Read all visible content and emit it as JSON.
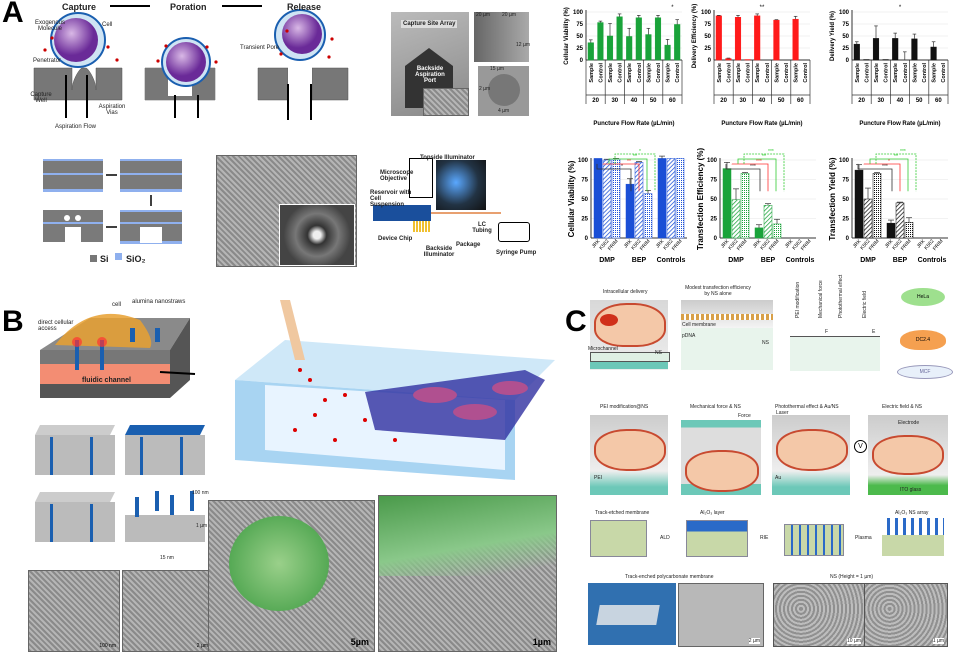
{
  "panel_a": {
    "label": "A",
    "stages": [
      "Capture",
      "Poration",
      "Release"
    ],
    "callouts": {
      "exogenous": "Exogenous Molecule",
      "cell": "Cell",
      "penetrator": "Penetrator",
      "capture_well": "Capture Well",
      "aspiration_vias": "Aspiration Vias",
      "aspiration_flow": "Aspiration Flow",
      "transient_pore": "Transient Pore"
    },
    "sem": {
      "capture_site_array": "Capture Site Array",
      "backside_port": "Backside Aspiration Port",
      "dim_20a": "20 µm",
      "dim_20b": "20 µm",
      "dim_15": "15 µm",
      "dim_2": "2 µm",
      "dim_4": "4 µm",
      "dim_12": "12 µm"
    },
    "legend": {
      "si": "Si",
      "sio2": "SiO₂"
    },
    "setup": {
      "topside": "Topside Illuminator",
      "objective": "Microscope Objective",
      "reservoir": "Reservoir with Cell Suspension",
      "device_chip": "Device Chip",
      "backside": "Backside Illuminator",
      "package": "Package",
      "tubing": "LC Tubing",
      "pump": "Syringe Pump"
    }
  },
  "panel_b": {
    "label": "B",
    "callouts": {
      "cell": "cell",
      "nanostraws": "alumina nanostraws",
      "access": "direct cellular access",
      "channel": "fluidic channel",
      "d100": "100 nm",
      "h1": "1 µm",
      "d15": "15 nm"
    },
    "scalebars": {
      "s1": "100 nm",
      "s2": "2 µm",
      "s3": "5µm",
      "s4": "1µm"
    }
  },
  "panel_c": {
    "label": "C",
    "top_titles": [
      "Intracellular delivery",
      "Modest transfection efficiency by NS alone"
    ],
    "top_callouts": {
      "microchannel": "Microchannel",
      "ns": "NS",
      "cell_membrane": "Cell membrane",
      "pdna": "pDNA",
      "ns2": "NS"
    },
    "mods": [
      "PEI modification",
      "Mechanical force",
      "Photothermal effect",
      "Electric field"
    ],
    "mod_marks": {
      "f": "F",
      "e": "E"
    },
    "cells": [
      "HeLa",
      "DC2.4",
      "MCF"
    ],
    "mid_titles": [
      "PEI modification@NS",
      "Mechanical force & NS",
      "Photothermal effect & Au/NS",
      "Electric field & NS"
    ],
    "mid_callouts": {
      "pei": "PEI",
      "force": "Force",
      "laser": "Laser",
      "au": "Au",
      "electrode": "Electrode",
      "ito": "ITO glass",
      "v": "V"
    },
    "fab_titles": [
      "Track-etched membrane",
      "Al₂O₃ layer",
      "",
      "Al₂O₃ NS array"
    ],
    "fab_steps": [
      "ALD",
      "RIE",
      "Plasma"
    ],
    "bottom_titles": [
      "Track-enched polycarbonate membrane",
      "NS (Height = 1 µm)"
    ],
    "scalebars": [
      "2 µm",
      "10 µm",
      "1 µm"
    ]
  },
  "chart_data": [
    {
      "type": "bar",
      "ylabel": "Cellular Viability (%)",
      "xlabel": "Puncture Flow Rate (µL/min)",
      "groups": [
        "20",
        "30",
        "40",
        "50",
        "60"
      ],
      "categories": [
        "Sample",
        "Control"
      ],
      "color": "#1aa33a",
      "ylim": [
        0,
        100
      ],
      "yticks": [
        0,
        25,
        50,
        75,
        100
      ],
      "values": [
        [
          36,
          78
        ],
        [
          50,
          90
        ],
        [
          49,
          88
        ],
        [
          53,
          88
        ],
        [
          31,
          74
        ]
      ],
      "errors": [
        [
          6,
          3
        ],
        [
          26,
          6
        ],
        [
          17,
          5
        ],
        [
          13,
          5
        ],
        [
          12,
          10
        ]
      ],
      "annotations": [
        "*"
      ]
    },
    {
      "type": "bar",
      "ylabel": "Delivery Efficiency (%)",
      "xlabel": "Puncture Flow Rate (µL/min)",
      "groups": [
        "20",
        "30",
        "40",
        "50",
        "60"
      ],
      "categories": [
        "Sample",
        "Control"
      ],
      "color": "#ff1a1a",
      "ylim": [
        0,
        100
      ],
      "yticks": [
        0,
        25,
        50,
        75,
        100
      ],
      "values": [
        [
          92,
          3
        ],
        [
          89,
          1
        ],
        [
          92,
          0
        ],
        [
          83,
          0
        ],
        [
          85,
          0
        ]
      ],
      "errors": [
        [
          1,
          1
        ],
        [
          4,
          0
        ],
        [
          4,
          0
        ],
        [
          1,
          0
        ],
        [
          6,
          0
        ]
      ],
      "annotations": [
        "**"
      ]
    },
    {
      "type": "bar",
      "ylabel": "Delivery Yield (%)",
      "xlabel": "Puncture Flow Rate (µL/min)",
      "groups": [
        "20",
        "30",
        "40",
        "50",
        "60"
      ],
      "categories": [
        "Sample",
        "Control"
      ],
      "color": "#111111",
      "ylim": [
        0,
        100
      ],
      "yticks": [
        0,
        25,
        50,
        75,
        100
      ],
      "values": [
        [
          33,
          1
        ],
        [
          45,
          1
        ],
        [
          45,
          0
        ],
        [
          44,
          0
        ],
        [
          27,
          0
        ]
      ],
      "errors": [
        [
          5,
          0
        ],
        [
          26,
          0
        ],
        [
          11,
          17
        ],
        [
          10,
          0
        ],
        [
          11,
          0
        ]
      ],
      "annotations": [
        "*"
      ]
    },
    {
      "type": "bar",
      "ylabel": "Cellular Viability (%)",
      "xlabel": "",
      "groups": [
        "DMP",
        "BEP",
        "Controls"
      ],
      "categories": [
        "JRK",
        "K562",
        "PRIM"
      ],
      "color": "#1a4fd6",
      "ylim": [
        0,
        100
      ],
      "yticks": [
        0,
        25,
        50,
        75,
        100
      ],
      "values": [
        [
          102,
          100,
          101
        ],
        [
          69,
          97,
          57
        ],
        [
          102,
          102,
          102
        ]
      ],
      "errors": [
        [
          0,
          1,
          1
        ],
        [
          7,
          1,
          4
        ],
        [
          3,
          0,
          0
        ]
      ],
      "annotations": [
        "*",
        "**",
        "**",
        "*"
      ]
    },
    {
      "type": "bar",
      "ylabel": "Transfection Efficiency (%)",
      "xlabel": "",
      "groups": [
        "DMP",
        "BEP",
        "Controls"
      ],
      "categories": [
        "JRK",
        "K562",
        "PRIM"
      ],
      "color": "#1aa33a",
      "ylim": [
        0,
        100
      ],
      "yticks": [
        0,
        25,
        50,
        75,
        100
      ],
      "values": [
        [
          89,
          49,
          83
        ],
        [
          13,
          42,
          18
        ],
        [
          0,
          0,
          0
        ]
      ],
      "errors": [
        [
          8,
          14,
          1
        ],
        [
          4,
          2,
          6
        ],
        [
          0,
          0,
          0
        ]
      ],
      "annotations": [
        "***",
        "***",
        "**",
        "***"
      ]
    },
    {
      "type": "bar",
      "ylabel": "Transfection Yield (%)",
      "xlabel": "",
      "groups": [
        "DMP",
        "BEP",
        "Controls"
      ],
      "categories": [
        "JRK",
        "K562",
        "PRIM"
      ],
      "color": "#111111",
      "ylim": [
        0,
        100
      ],
      "yticks": [
        0,
        25,
        50,
        75,
        100
      ],
      "values": [
        [
          87,
          50,
          83
        ],
        [
          19,
          45,
          20
        ],
        [
          0,
          0,
          0
        ]
      ],
      "errors": [
        [
          7,
          14,
          1
        ],
        [
          4,
          1,
          6
        ],
        [
          0,
          0,
          0
        ]
      ],
      "annotations": [
        "***",
        "*",
        "**",
        "***"
      ]
    }
  ]
}
